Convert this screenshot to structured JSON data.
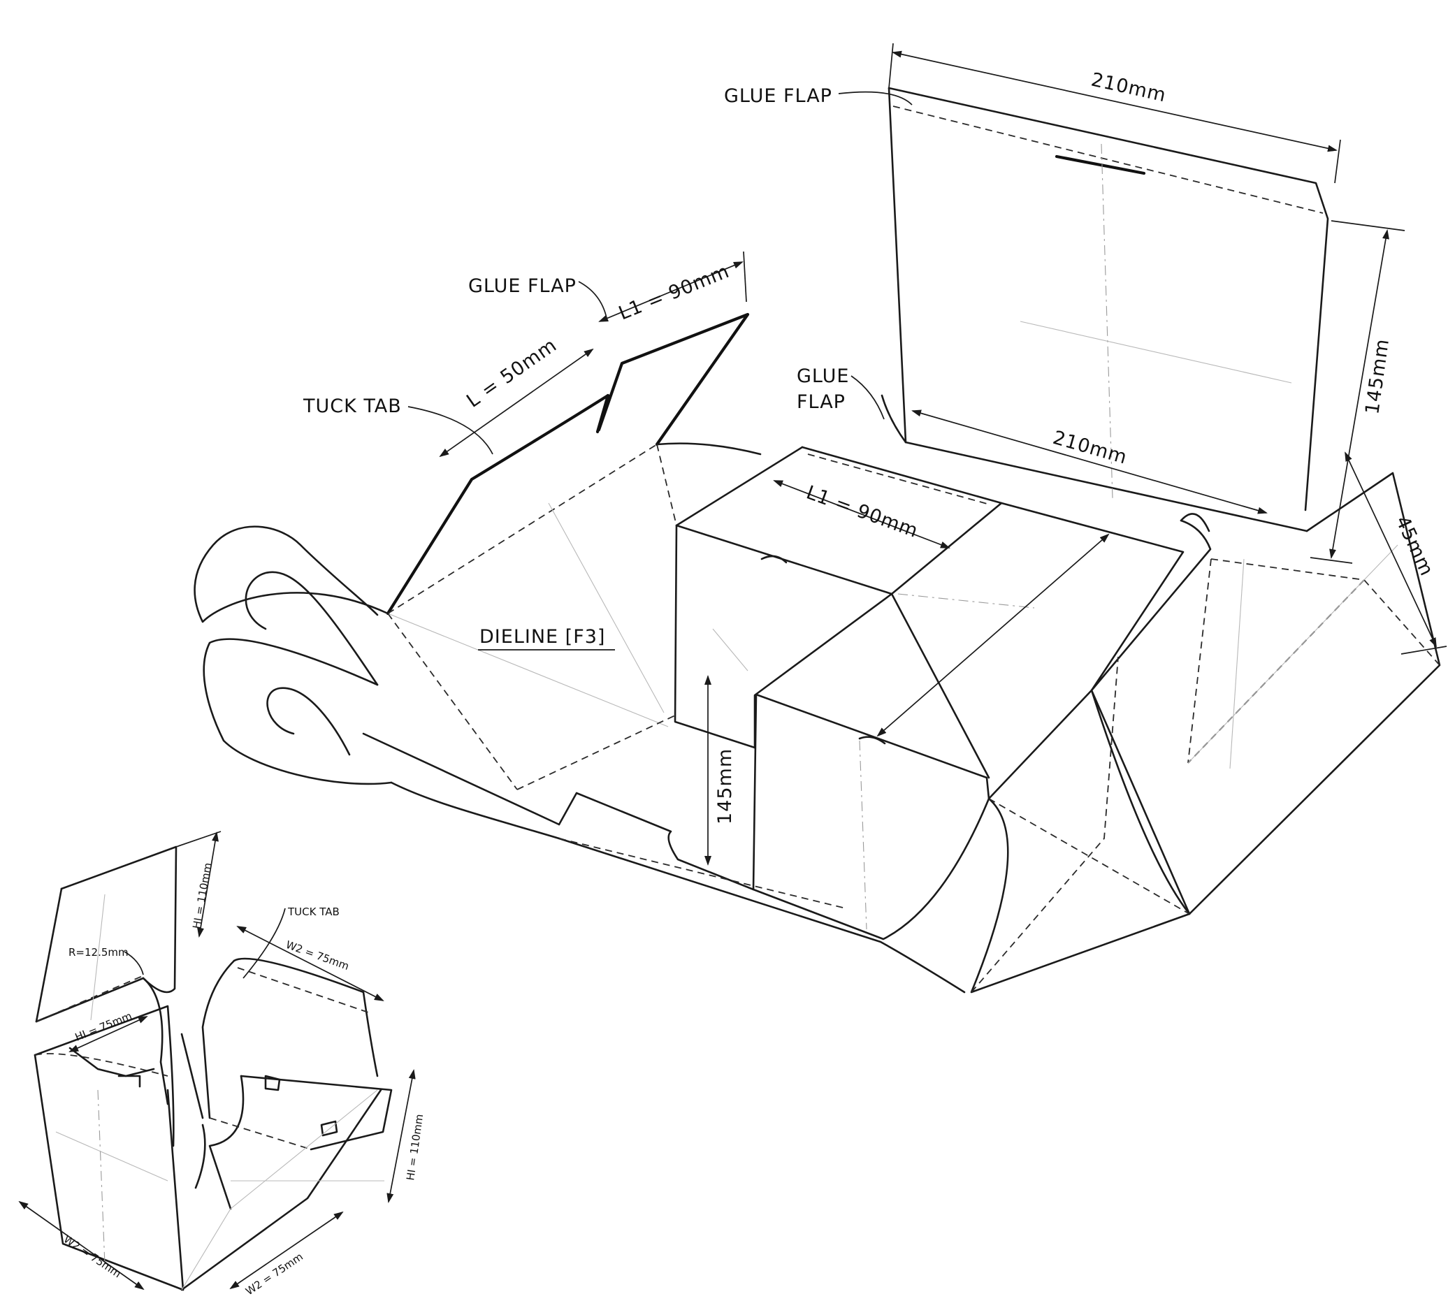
{
  "labels": {
    "glue_flap_top": "GLUE FLAP",
    "glue_flap_left": "GLUE FLAP",
    "glue_flap_center_1": "GLUE",
    "glue_flap_center_2": "FLAP",
    "tuck_tab": "TUCK TAB",
    "dieline": "DIELINE [F3]",
    "tuck_tab_small": "TUCK TAB"
  },
  "dimensions": {
    "top_width": "210mm",
    "mid_width": "210mm",
    "right_height": "145mm",
    "right_depth": "45mm",
    "l1_upper": "L1 = 90mm",
    "l_tab": "L = 50mm",
    "l1_box": "L1 = 90mm",
    "box_height": "145mm"
  },
  "small_dimensions": {
    "r_corner": "R=12.5mm",
    "h1_top": "HI = 110mm",
    "h1_left": "HI = 75mm",
    "w2_top": "W2 = 75mm",
    "h1_right": "HI = 110mm",
    "w2_bottom_left": "W2 = 75mm",
    "w2_bottom_right": "W2 = 75mm"
  }
}
